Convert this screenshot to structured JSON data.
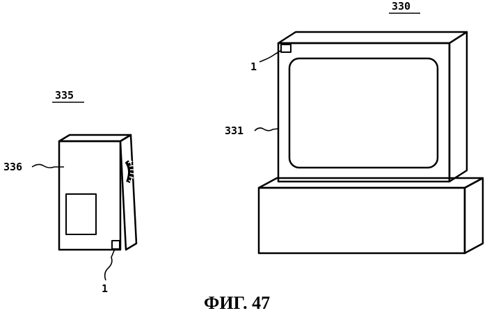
{
  "labels": {
    "monitor_device": "330",
    "monitor_screen": "331",
    "monitor_sensor": "1",
    "pager_device": "335",
    "pager_body": "336",
    "pager_sensor": "1"
  },
  "caption": "ФИГ. 47"
}
